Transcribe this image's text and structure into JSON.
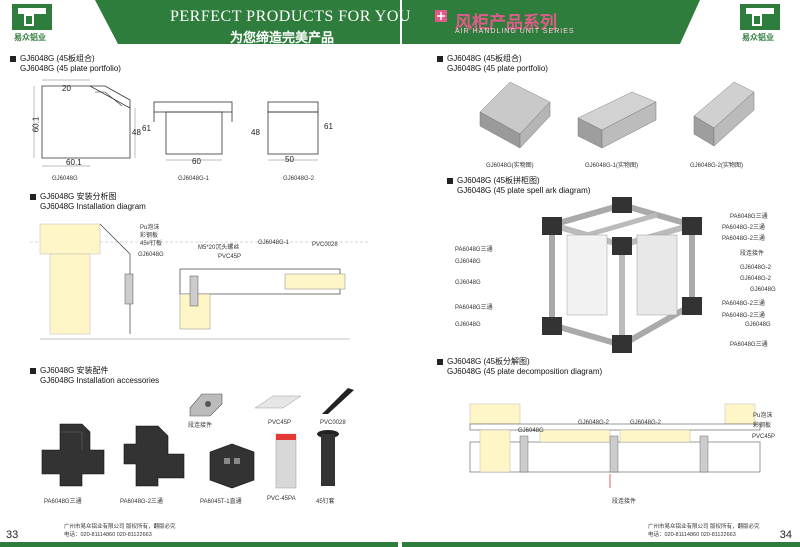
{
  "header": {
    "slogan_en": "PERFECT PRODUCTS FOR YOU",
    "slogan_cn": "为您缔造完美产品",
    "series_cn": "风柜产品系列",
    "series_en": "AIR HANDLING UNIT SERIES",
    "brand_left": "易众铝业",
    "brand_right": "易众铝业"
  },
  "left": {
    "s1_title_a": "GJ6048G (45板组合)",
    "s1_title_b": "GJ6048G (45 plate portfolio)",
    "dims": {
      "d20": "20",
      "d601a": "60.1",
      "d601b": "60.1",
      "d48a": "48",
      "d61": "61",
      "d60": "60",
      "d48b": "48",
      "d61b": "61",
      "d50": "50"
    },
    "profile_captions": [
      "GJ6048G",
      "GJ6048G-1",
      "GJ6048G-2"
    ],
    "s2_title_a": "GJ6048G 安装分析图",
    "s2_title_b": "GJ6048G Installation diagram",
    "install_labels": {
      "pu": "Pu泡沫",
      "steel": "彩钢板",
      "nail": "45#钉板",
      "gj": "GJ6048G",
      "screw": "M5*20沉头螺丝",
      "gj1": "GJ6048G-1",
      "pvc0028": "PVC0028",
      "pvc45p": "PVC45P"
    },
    "s3_title_a": "GJ6048G 安装配件",
    "s3_title_b": "GJ6048G Installation accessories",
    "accessories": {
      "connector": "段连接件",
      "pvc45p": "PVC45P",
      "pvc0028": "PVC0028",
      "pa3": "PA6048G三通",
      "pa23": "PA6048G-2三通",
      "pa6045": "PA6045T-1直通",
      "pvc45pa": "PVC-45PA",
      "sleeve": "45钉套"
    }
  },
  "right": {
    "s1_title_a": "GJ6048G (45板组合)",
    "s1_title_b": "GJ6048G (45 plate portfolio)",
    "photo_captions": [
      "GJ6048G(实物图)",
      "GJ6048G-1(实物图)",
      "GJ6048G-2(实物图)"
    ],
    "s2_title_a": "GJ6048G (45板拼柜图)",
    "s2_title_b": "GJ6048G (45 plate spell ark diagram)",
    "left_labels": [
      "PA6048G三通",
      "GJ6048G",
      "GJ6048G",
      "PA6048G三通",
      "GJ6048G"
    ],
    "right_labels": [
      "PA6048G三通",
      "PA6048G-2三通",
      "PA6048G-2三通",
      "段连接件",
      "GJ6048G-2",
      "GJ6048G-2",
      "GJ6048G",
      "PA6048G-2三通",
      "PA6048G-2三通",
      "GJ6048G",
      "PA6048G三通"
    ],
    "s3_title_a": "GJ6048G (45板分解图)",
    "s3_title_b": "GJ6048G (45 plate decomposition diagram)",
    "decomp_labels": {
      "gj": "GJ6048G",
      "gj2a": "GJ6048G-2",
      "gj2b": "GJ6048G-2",
      "pu": "Pu泡沫",
      "steel": "彩钢板",
      "pvc45p": "PVC45P",
      "connector": "段连接件"
    }
  },
  "footer": {
    "page_left": "33",
    "page_right": "34",
    "company_left": "广州市易众铝业有限公司 版权所有，翻版必究",
    "tel_left": "电话：020-81114860    020-81122663",
    "company_right": "广州市易众铝业有限公司 版权所有，翻版必究",
    "tel_right": "电话：020-81114860    020-81122663"
  }
}
